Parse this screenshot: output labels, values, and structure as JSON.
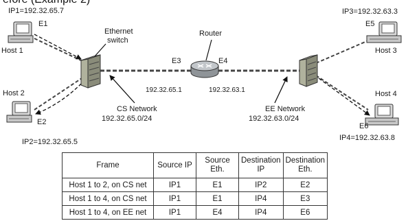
{
  "header": {
    "text": "efore (Example 2)"
  },
  "diagram": {
    "hosts": [
      {
        "id": "host1",
        "label": "Host 1",
        "eth": "E1",
        "ip": "IP1=192.32.65.7"
      },
      {
        "id": "host2",
        "label": "Host 2",
        "eth": "E2",
        "ip": "IP2=192.32.65.5"
      },
      {
        "id": "host3",
        "label": "Host 3",
        "eth": "E5",
        "ip": "IP3=192.32.63.3"
      },
      {
        "id": "host4",
        "label": "Host 4",
        "eth": "E6",
        "ip": "IP4=192.32.63.8"
      }
    ],
    "switch_label_line1": "Ethernet",
    "switch_label_line2": "switch",
    "router": {
      "label": "Router",
      "left_port": "E3",
      "right_port": "E4",
      "left_ip": "192.32.65.1",
      "right_ip": "192.32.63.1"
    },
    "cs_network": {
      "name": "CS Network",
      "subnet": "192.32.65.0/24"
    },
    "ee_network": {
      "name": "EE Network",
      "subnet": "192.32.63.0/24"
    }
  },
  "table": {
    "headers": [
      "Frame",
      "Source IP",
      "Source Eth.",
      "Destination IP",
      "Destination Eth."
    ],
    "rows": [
      [
        "Host 1 to 2, on CS net",
        "IP1",
        "E1",
        "IP2",
        "E2"
      ],
      [
        "Host 1 to 4, on CS net",
        "IP1",
        "E1",
        "IP4",
        "E3"
      ],
      [
        "Host 1 to 4, on EE net",
        "IP1",
        "E4",
        "IP4",
        "E6"
      ]
    ]
  }
}
